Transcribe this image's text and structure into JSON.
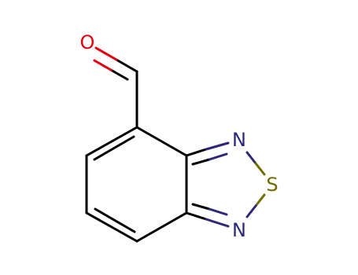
{
  "molecule": {
    "atoms": {
      "oxygen": {
        "symbol": "O",
        "color": "#e3000b"
      },
      "nitrogen_top": {
        "symbol": "N",
        "color": "#2d2679"
      },
      "sulfur": {
        "symbol": "S",
        "color": "#706c00"
      },
      "nitrogen_bottom": {
        "symbol": "N",
        "color": "#2d2679"
      }
    },
    "colors": {
      "bond": "#000000",
      "nitrogen": "#2d2679",
      "oxygen": "#e3000b",
      "sulfur": "#706c00"
    }
  }
}
